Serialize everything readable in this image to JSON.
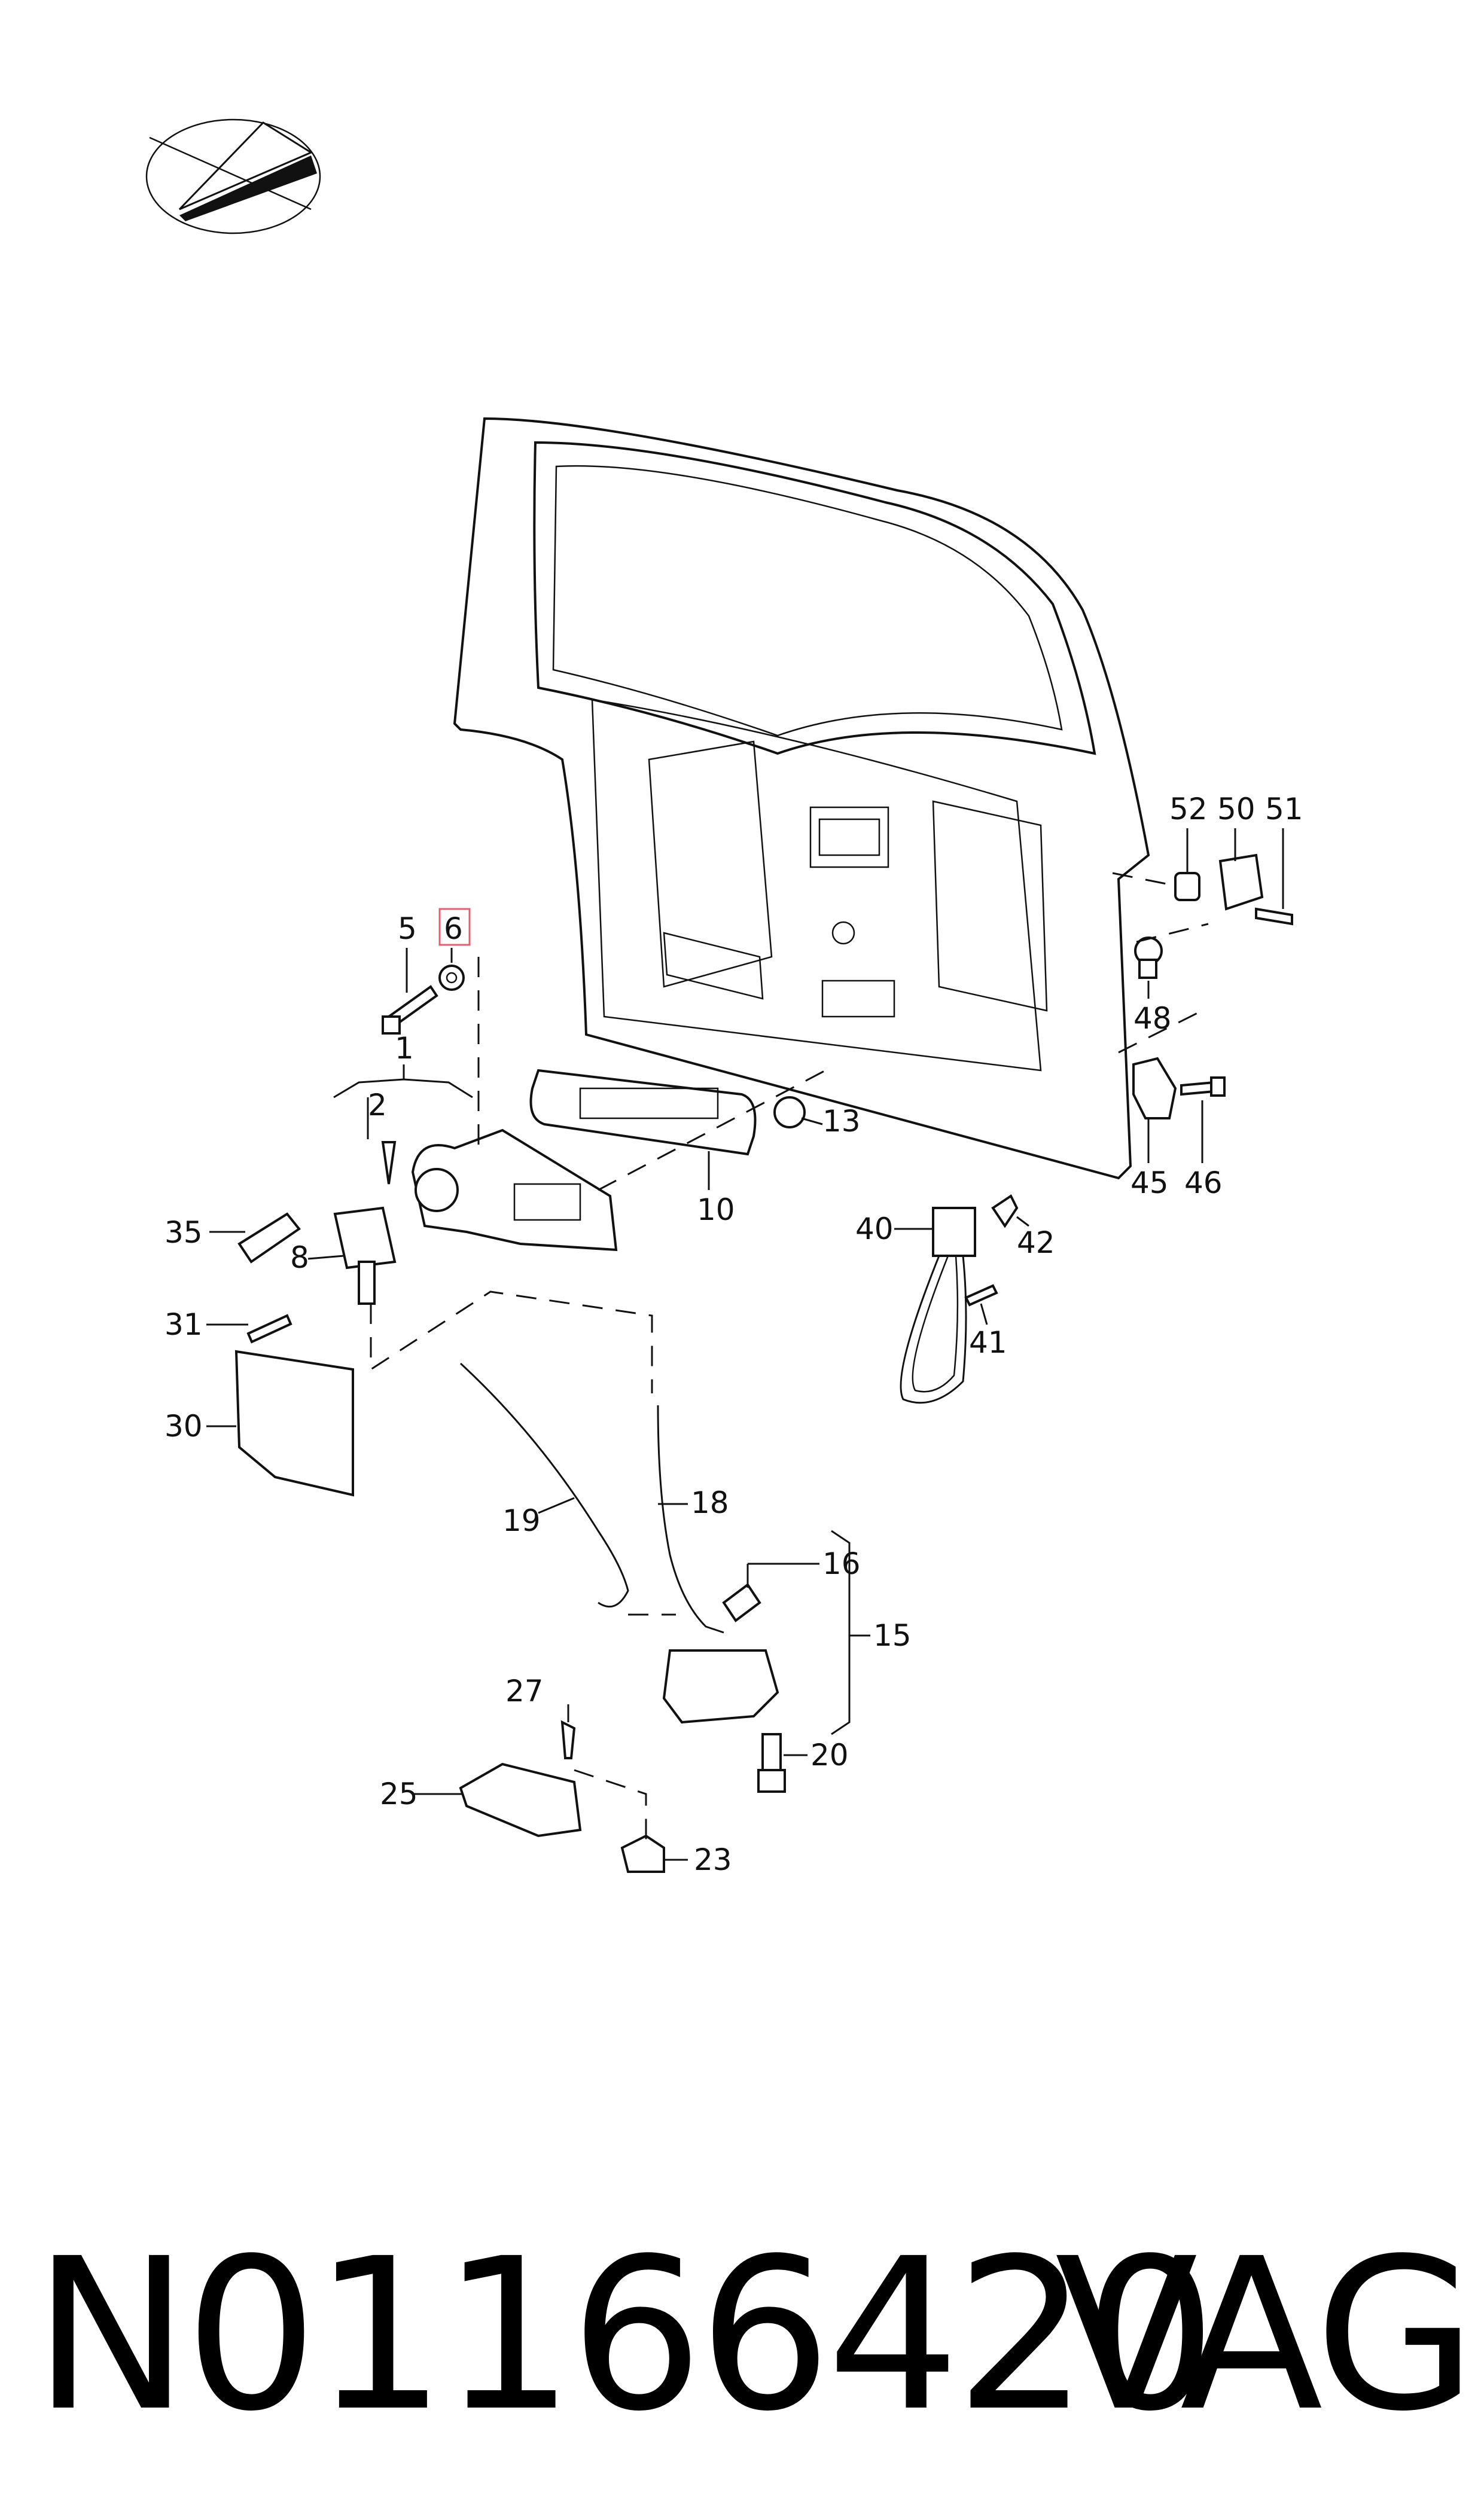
{
  "diagram": {
    "logo_icon": "paper-plane-logo-icon",
    "highlight_color": "#e06070",
    "callouts": [
      {
        "id": "c5",
        "text": "5"
      },
      {
        "id": "c6",
        "text": "6",
        "highlighted": true
      },
      {
        "id": "c1",
        "text": "1"
      },
      {
        "id": "c2",
        "text": "2"
      },
      {
        "id": "c35",
        "text": "35"
      },
      {
        "id": "c8",
        "text": "8"
      },
      {
        "id": "c31",
        "text": "31"
      },
      {
        "id": "c30",
        "text": "30"
      },
      {
        "id": "c10",
        "text": "10"
      },
      {
        "id": "c13",
        "text": "13"
      },
      {
        "id": "c19",
        "text": "19"
      },
      {
        "id": "c18",
        "text": "18"
      },
      {
        "id": "c16",
        "text": "16"
      },
      {
        "id": "c15",
        "text": "15"
      },
      {
        "id": "c20",
        "text": "20"
      },
      {
        "id": "c27",
        "text": "27"
      },
      {
        "id": "c25",
        "text": "25"
      },
      {
        "id": "c23",
        "text": "23"
      },
      {
        "id": "c52",
        "text": "52"
      },
      {
        "id": "c50",
        "text": "50"
      },
      {
        "id": "c51",
        "text": "51"
      },
      {
        "id": "c48",
        "text": "48"
      },
      {
        "id": "c45",
        "text": "45"
      },
      {
        "id": "c46",
        "text": "46"
      },
      {
        "id": "c40",
        "text": "40"
      },
      {
        "id": "c42",
        "text": "42"
      },
      {
        "id": "c41",
        "text": "41"
      }
    ]
  },
  "footer": {
    "part_number": "N01166420",
    "brand": "VAG"
  }
}
